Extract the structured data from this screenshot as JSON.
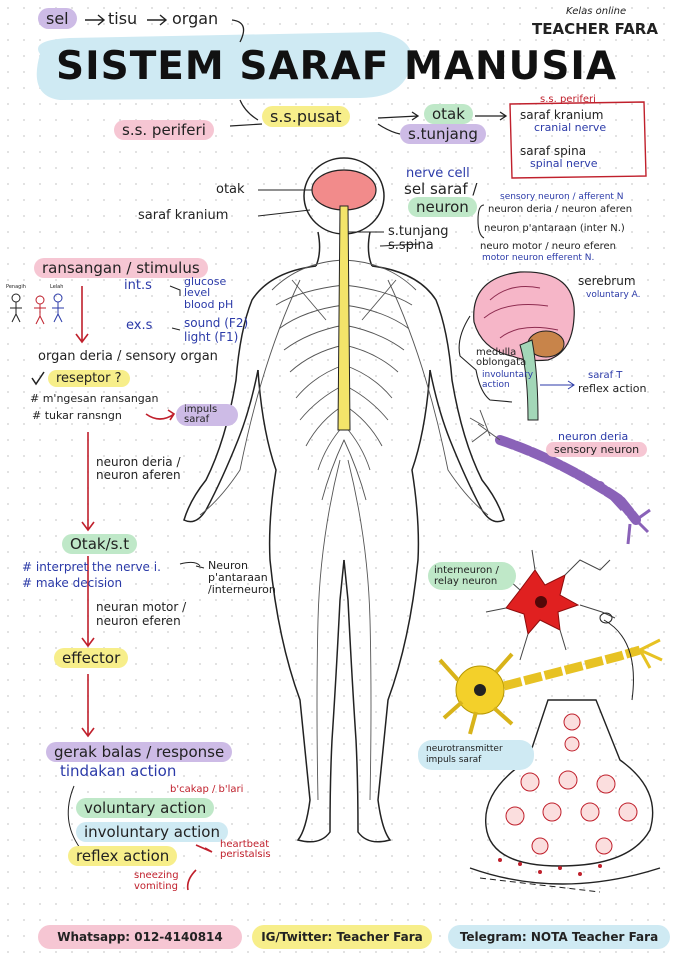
{
  "header": {
    "chain": [
      "sel",
      "tisu",
      "organ"
    ],
    "title": "SISTEM SARAF MANUSIA",
    "brand_small": "Kelas online",
    "brand_large": "TEACHER FARA"
  },
  "classification": {
    "periferi": "s.s. periferi",
    "pusat": "s.s.pusat",
    "otak": "otak",
    "tunjang": "s.tunjang",
    "periferi_box_title": "s.s. periferi",
    "kranium": "saraf kranium",
    "kranium_en": "cranial nerve",
    "spina": "saraf spina",
    "spina_en": "spinal nerve"
  },
  "body_labels": {
    "otak": "otak",
    "kranium": "saraf kranium",
    "tunjang": "s.tunjang",
    "spina": "s.spina"
  },
  "neuron_panel": {
    "nerve_cell": "nerve cell",
    "sel_saraf": "sel saraf /",
    "neuron": "neuron",
    "sensory_line_en": "sensory neuron / afferent N",
    "sensory_line_my": "neuron deria / neuron aferen",
    "relay_line": "neuron p'antaraan (inter N.)",
    "motor_line_my": "neuro motor / neuro eferen",
    "motor_line_en": "motor neuron  efferent N."
  },
  "brain_panel": {
    "serebrum": "serebrum",
    "voluntary": "voluntary A.",
    "medulla": "medulla oblongata",
    "involuntary": "involuntary action",
    "saraf_t": "saraf T",
    "reflex": "reflex action"
  },
  "flow": {
    "stimulus": "ransangan / stimulus",
    "int_s": "int.s",
    "int_items": [
      "glucose level",
      "blood pH"
    ],
    "ex_s": "ex.s",
    "ex_items": [
      "sound (F2)",
      "light (F1)"
    ],
    "stick_labels": [
      "Penagih",
      "Lelah"
    ],
    "organ_deria": "organ deria / sensory organ",
    "reseptor": "reseptor ?",
    "bullet1": "# m'ngesan ransangan",
    "bullet2": "# tukar ransngn",
    "impuls": "impuls saraf",
    "sensory_path": "neuron deria / neuron aferen",
    "otak_st": "Otak/s.t",
    "interpret": "# interpret the nerve i.",
    "decide": "# make decision",
    "interneuron": "Neuron p'antaraan /interneuron",
    "motor_path": "neuran motor / neuron eferen",
    "effector": "effector",
    "gerak_balas": "gerak balas / response",
    "tindakan": "tindakan   action",
    "bcakap": "b'cakap / b'lari",
    "voluntary": "voluntary action",
    "involuntary": "involuntary action",
    "heartbeat": "heartbeat peristalsis",
    "reflex": "reflex action",
    "sneezing": "sneezing vomiting"
  },
  "cell_labels": {
    "neuron_deria": "neuron deria",
    "sensory_neuron": "sensory neuron",
    "interneuron": "interneuron / relay neuron",
    "neurotransmitter": "neurotransmitter impuls saraf"
  },
  "footer": {
    "whatsapp": "Whatsapp: 012-4140814",
    "ig": "IG/Twitter: Teacher Fara",
    "telegram": "Telegram: NOTA Teacher Fara"
  },
  "colors": {
    "pink": "#f6c6d3",
    "green": "#bfe8c8",
    "purple": "#cdbbe6",
    "yellow": "#f7ee8a",
    "blue": "#cfeaf3",
    "arrow_red": "#c0202c",
    "ink_blue": "#2b3aa8"
  }
}
